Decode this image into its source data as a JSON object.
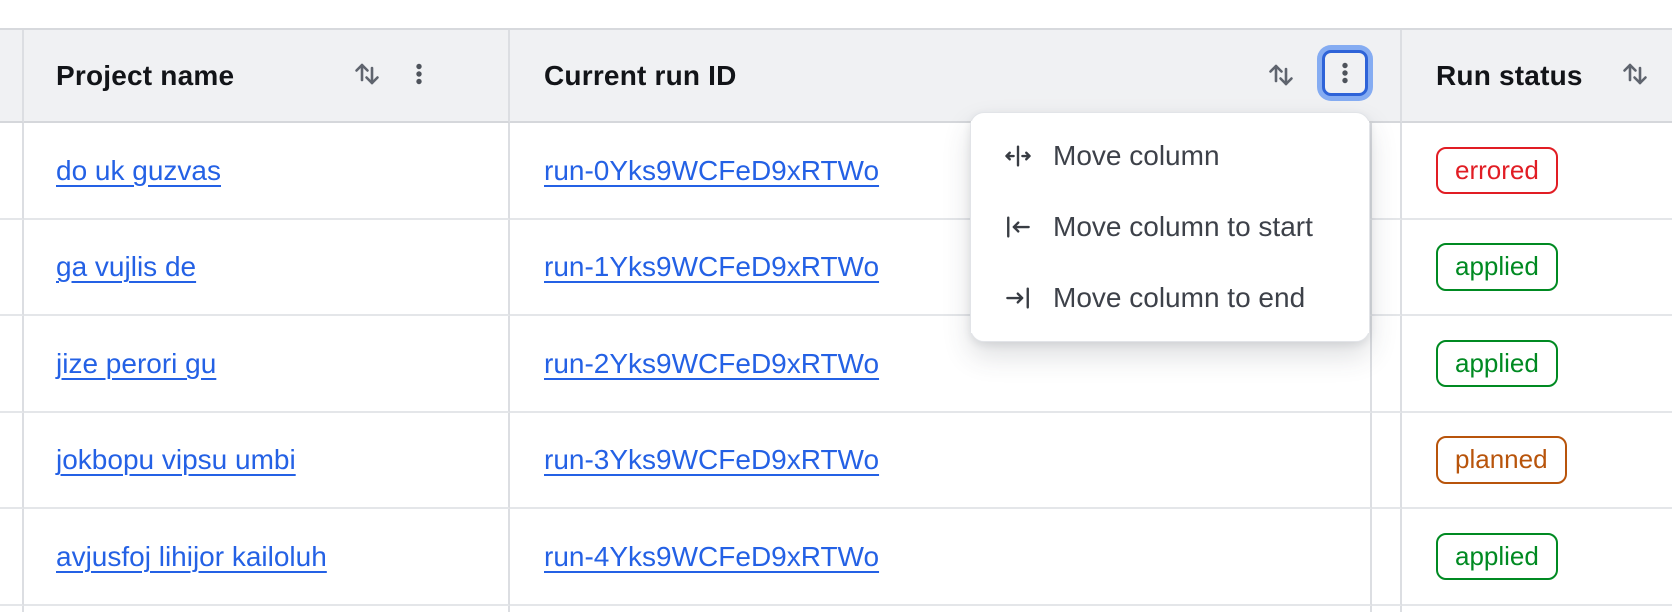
{
  "table": {
    "header": {
      "project_label": "Project name",
      "run_id_label": "Current run ID",
      "status_label": "Run status"
    },
    "rows": [
      {
        "project": "do uk guzvas",
        "run_id": "run-0Yks9WCFeD9xRTWo",
        "status": "errored"
      },
      {
        "project": "ga vujlis de",
        "run_id": "run-1Yks9WCFeD9xRTWo",
        "status": "applied"
      },
      {
        "project": "jize perori gu",
        "run_id": "run-2Yks9WCFeD9xRTWo",
        "status": "applied"
      },
      {
        "project": "jokbopu vipsu umbi",
        "run_id": "run-3Yks9WCFeD9xRTWo",
        "status": "planned"
      },
      {
        "project": "avjusfoj lihijor kailoluh",
        "run_id": "run-4Yks9WCFeD9xRTWo",
        "status": "applied"
      }
    ]
  },
  "column_menu": {
    "items": [
      {
        "label": "Move column",
        "icon": "move-column-icon"
      },
      {
        "label": "Move column to start",
        "icon": "move-column-to-start-icon"
      },
      {
        "label": "Move column to end",
        "icon": "move-column-to-end-icon"
      }
    ]
  },
  "colors": {
    "link_blue": "#2461e5",
    "status_errored": "#e11d24",
    "status_applied": "#008a22",
    "status_planned": "#b8540b",
    "header_bg": "#f0f1f3",
    "focus_ring_inner": "#2e63d8",
    "focus_ring_outer": "#85acf2"
  }
}
